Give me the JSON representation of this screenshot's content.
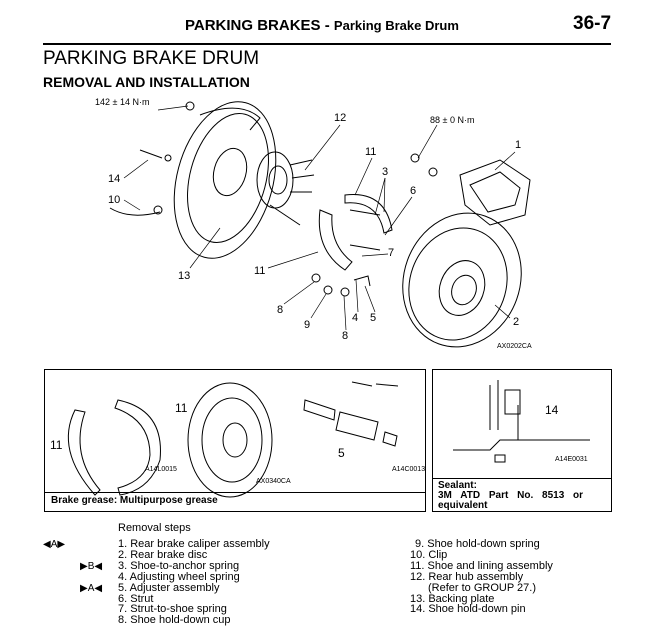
{
  "header": {
    "section": "PARKING BRAKES",
    "separator": "-",
    "subsection": "Parking Brake Drum",
    "page_number": "36-7"
  },
  "title": "PARKING BRAKE DRUM",
  "subtitle": "REMOVAL AND INSTALLATION",
  "main_diagram": {
    "torque_1": "142 ± 14 N·m",
    "torque_2": "88 ± 0 N·m",
    "labels": [
      "12",
      "11",
      "3",
      "6",
      "1",
      "14",
      "10",
      "7",
      "13",
      "11",
      "8",
      "9",
      "4",
      "5",
      "8",
      "2"
    ],
    "code": "AX0202CA"
  },
  "detail_box_1": {
    "labels": [
      "11",
      "11",
      "5"
    ],
    "codes": [
      "A14L0015",
      "AX0340CA",
      "A14C0013"
    ],
    "note": "Brake grease: Multipurpose grease"
  },
  "detail_box_2": {
    "label": "14",
    "code": "A14E0031",
    "note_title": "Sealant:",
    "note_line1": "3M ATD Part No. 8513 or",
    "note_line2": "equivalent"
  },
  "removal": {
    "heading": "Removal steps",
    "marks": {
      "step1": "◀A▶",
      "step3": "▶B◀",
      "step5": "▶A◀"
    },
    "left": [
      "1. Rear brake caliper assembly",
      "2. Rear brake disc",
      "3. Shoe-to-anchor spring",
      "4. Adjusting wheel spring",
      "5. Adjuster assembly",
      "6. Strut",
      "7. Strut-to-shoe spring",
      "8. Shoe hold-down cup"
    ],
    "right": [
      "9. Shoe hold-down spring",
      "10. Clip",
      "11. Shoe and lining assembly",
      "12. Rear hub assembly",
      "(Refer to GROUP 27.)",
      "13. Backing plate",
      "14. Shoe hold-down pin"
    ]
  }
}
